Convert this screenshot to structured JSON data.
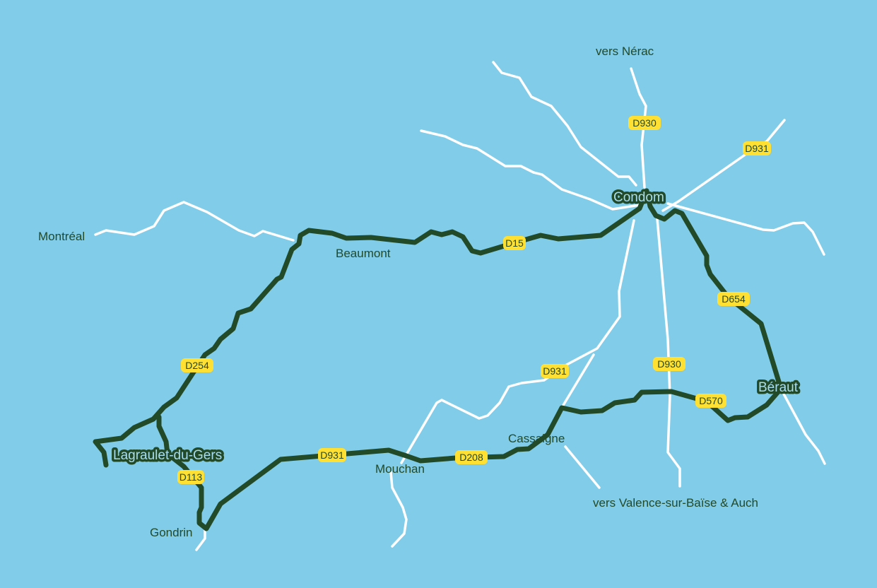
{
  "colors": {
    "water": "#80cce9",
    "route": "#234a28",
    "road": "#ffffff",
    "badge": "#ffe033"
  },
  "key_towns": {
    "condom": "Condom",
    "beraut": "Béraut",
    "lagraulet": "Lagraulet-du-Gers"
  },
  "towns": {
    "nerac": "vers Nérac",
    "montreal": "Montréal",
    "beaumont": "Beaumont",
    "mouchan": "Mouchan",
    "cassaigne": "Cassaigne",
    "gondrin": "Gondrin",
    "valence": "vers Valence-sur-Baïse & Auch"
  },
  "roads": {
    "d930_n": "D930",
    "d931_ne": "D931",
    "d15": "D15",
    "d654": "D654",
    "d254": "D254",
    "d931_c": "D931",
    "d930_s": "D930",
    "d570": "D570",
    "d113": "D113",
    "d931_s": "D931",
    "d208": "D208"
  }
}
